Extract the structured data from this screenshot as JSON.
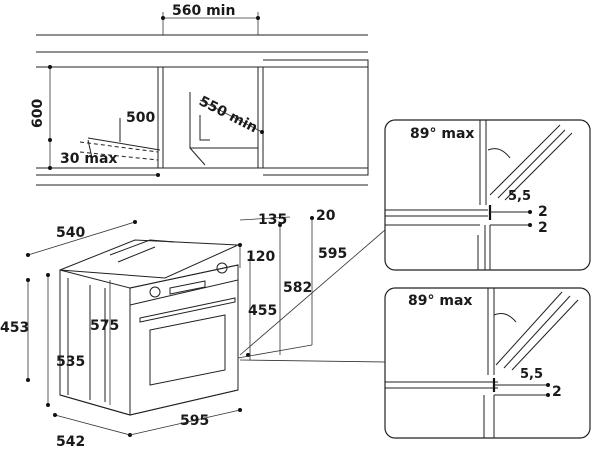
{
  "cabinet": {
    "width_top": "560 min",
    "depth_diag": "550 min",
    "height_left": "600",
    "inner": "500",
    "bottom_gap": "30 max"
  },
  "oven": {
    "depth_540": "540",
    "dim_135": "135",
    "dim_20": "20",
    "dim_120": "120",
    "dim_595_h": "595",
    "dim_582": "582",
    "dim_455": "455",
    "dim_453": "453",
    "dim_575": "575",
    "dim_535": "535",
    "dim_542": "542",
    "dim_595_w": "595"
  },
  "detail_top": {
    "angle": "89° max",
    "gap": "5,5",
    "d1": "2",
    "d2": "2"
  },
  "detail_bottom": {
    "angle": "89° max",
    "gap": "5,5",
    "d1": "2"
  }
}
